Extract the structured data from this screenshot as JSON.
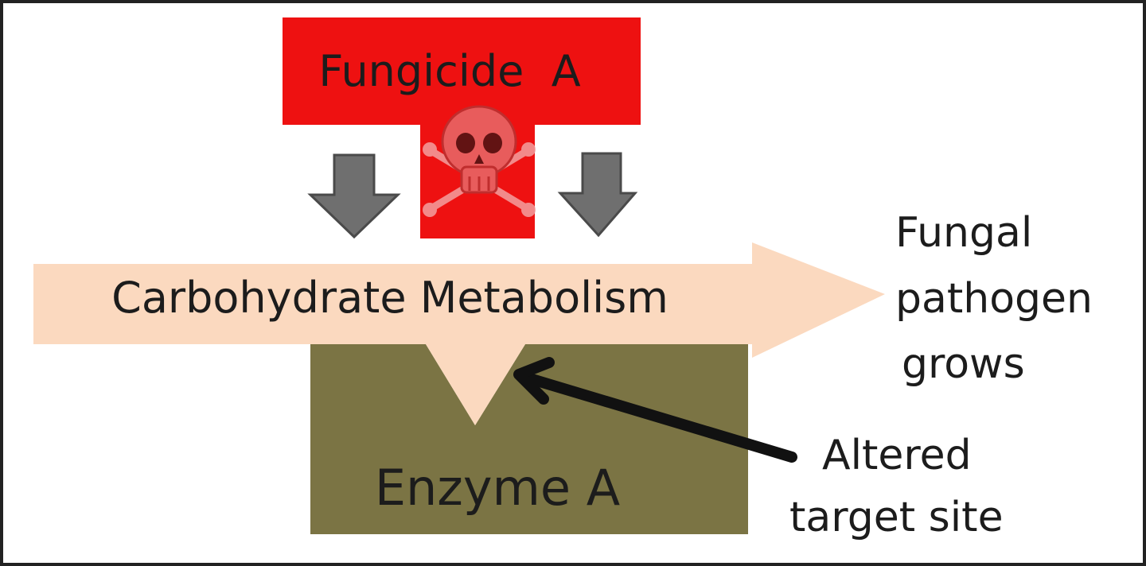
{
  "fungicide": {
    "label": "Fungicide  A",
    "color": "#ee1111",
    "icon": "skull-crossbones-icon"
  },
  "pathway": {
    "label": "Carbohydrate Metabolism",
    "color": "#fbd9bf"
  },
  "outcome": {
    "lines": [
      "Fungal",
      "pathogen",
      "grows"
    ]
  },
  "enzyme": {
    "label": "Enzyme A",
    "color": "#7b7444"
  },
  "annotation": {
    "lines": [
      "Altered",
      "target site"
    ]
  },
  "arrow_color": "#6f6f6f"
}
